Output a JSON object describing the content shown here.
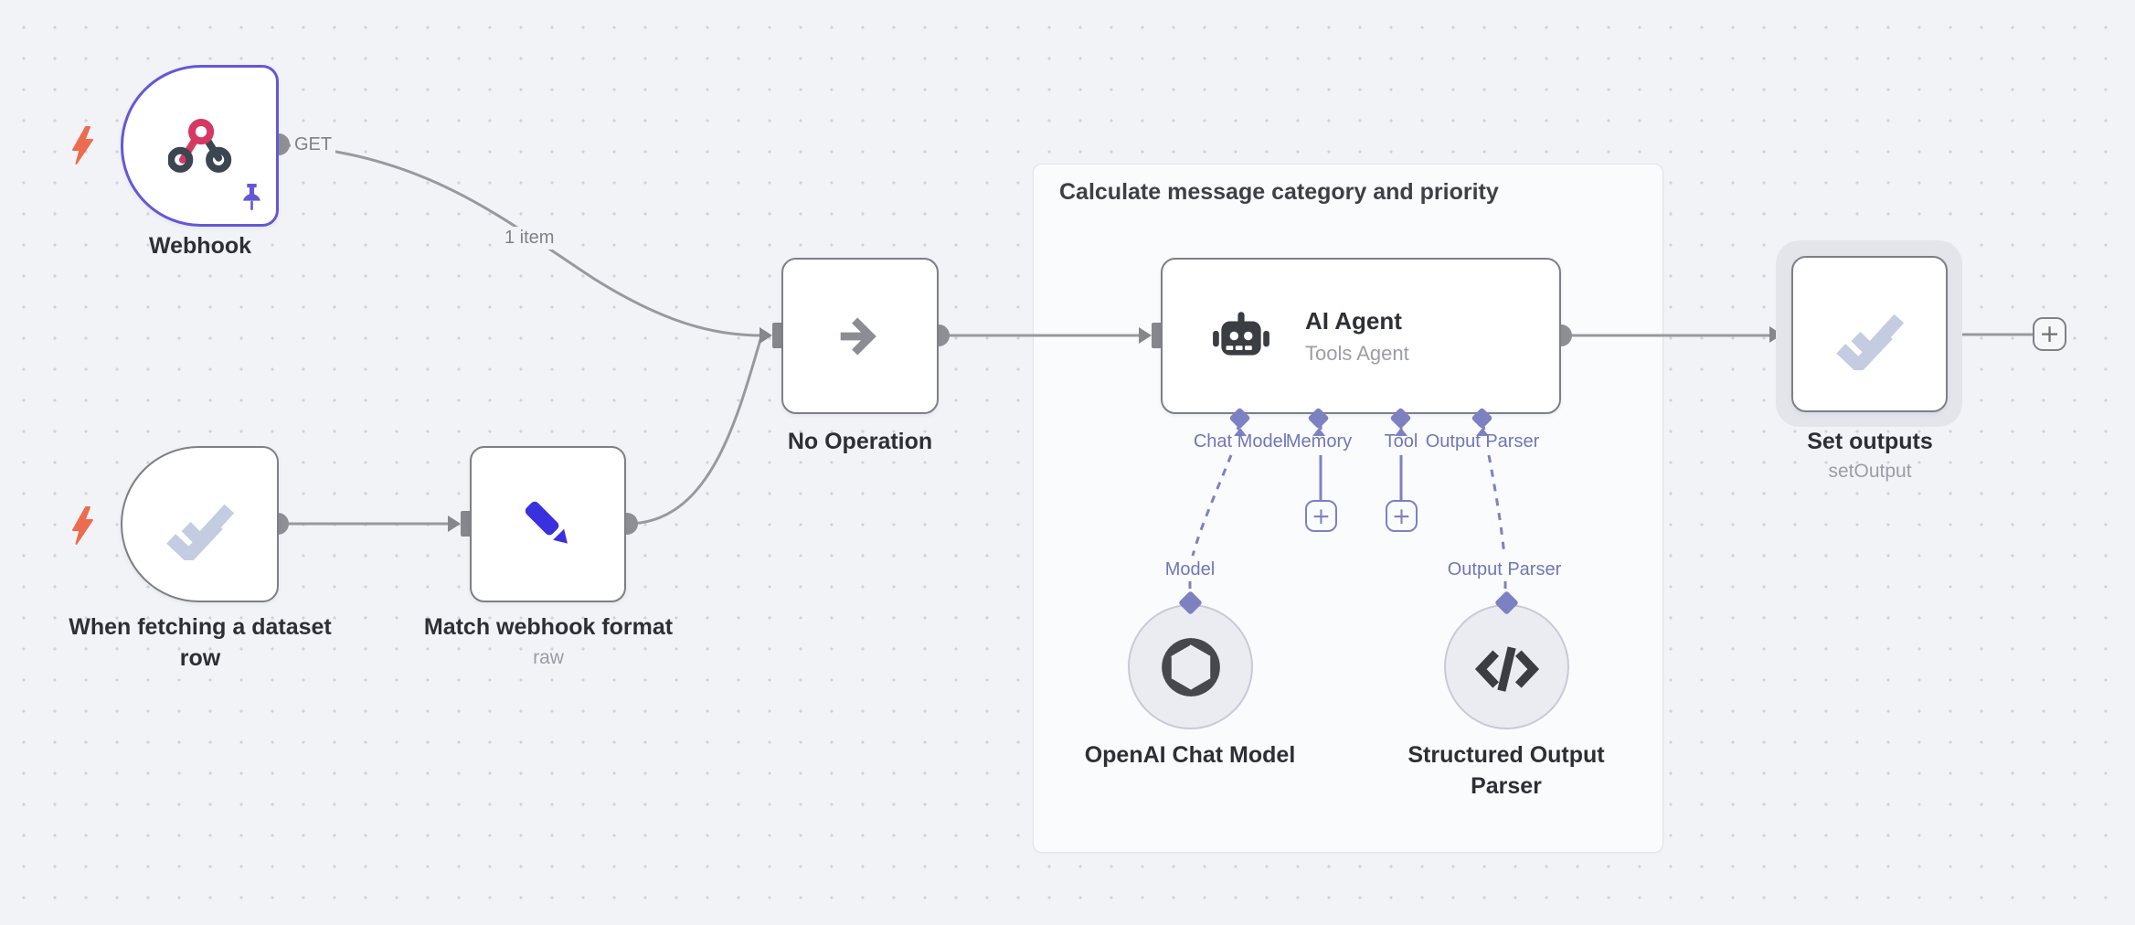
{
  "canvas": {
    "background": "#f2f3f7",
    "dot_color": "#cfd2da"
  },
  "group": {
    "title": "Calculate message category and priority"
  },
  "edges": {
    "webhook_method_label": "GET",
    "webhook_items_label": "1 item"
  },
  "nodes": {
    "webhook": {
      "title": "Webhook",
      "icon": "webhook-icon",
      "selected": true,
      "pinned": true
    },
    "dataset_trigger": {
      "title": "When fetching a dataset row",
      "icon": "double-check-icon"
    },
    "match_format": {
      "title": "Match webhook format",
      "subtitle": "raw",
      "icon": "pencil-icon"
    },
    "no_operation": {
      "title": "No Operation",
      "icon": "arrow-right-icon"
    },
    "ai_agent": {
      "title": "AI Agent",
      "subtitle": "Tools Agent",
      "icon": "robot-icon",
      "ports": [
        {
          "label": "Chat Model"
        },
        {
          "label": "Memory"
        },
        {
          "label": "Tool"
        },
        {
          "label": "Output Parser"
        }
      ]
    },
    "openai_chat_model": {
      "title": "OpenAI Chat Model",
      "connector_label": "Model",
      "icon": "openai-icon"
    },
    "structured_output_parser": {
      "title": "Structured Output Parser",
      "connector_label": "Output Parser",
      "icon": "code-icon"
    },
    "set_outputs": {
      "title": "Set outputs",
      "subtitle": "setOutput",
      "icon": "double-check-icon"
    }
  },
  "buttons": {
    "add_node": "+",
    "add_memory": "+",
    "add_tool": "+"
  },
  "colors": {
    "selected_border": "#6358d5",
    "node_border": "#7d7f85",
    "edge": "#98999e",
    "indigo": "#7d81c2",
    "trigger_bolt": "#ec6c4f"
  }
}
